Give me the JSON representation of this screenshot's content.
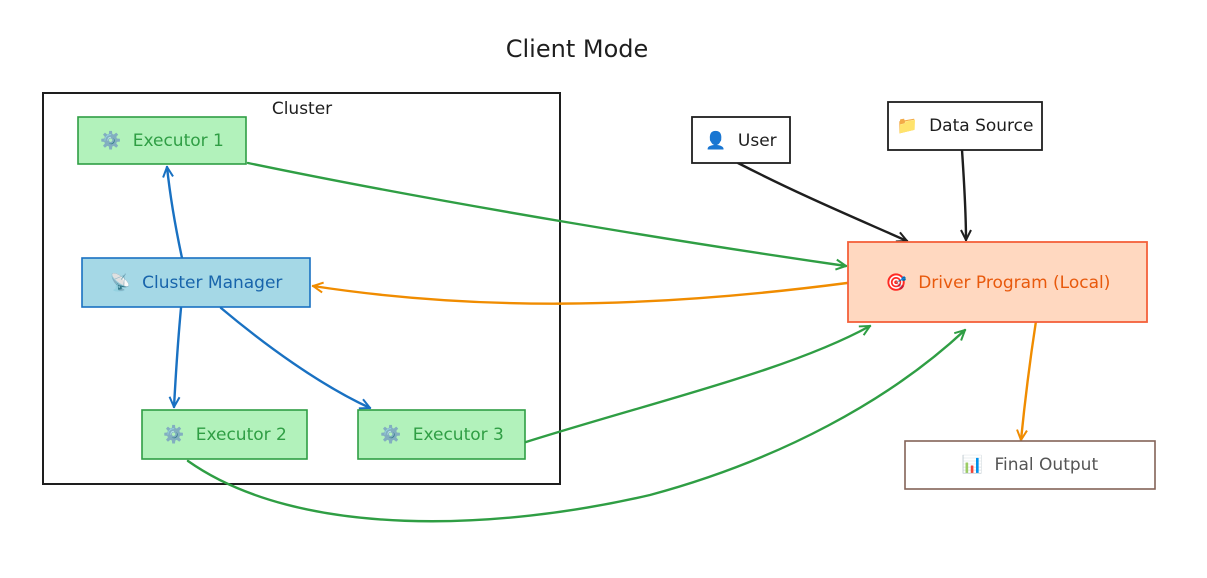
{
  "title": "Client Mode",
  "cluster": {
    "label": "Cluster"
  },
  "nodes": {
    "executor1": {
      "icon": "⚙️",
      "label": "Executor 1"
    },
    "cluster_manager": {
      "icon": "📡",
      "label": "Cluster Manager"
    },
    "executor2": {
      "icon": "⚙️",
      "label": "Executor 2"
    },
    "executor3": {
      "icon": "⚙️",
      "label": "Executor 3"
    },
    "user": {
      "icon": "👤",
      "label": "User"
    },
    "data_source": {
      "icon": "📁",
      "label": "Data Source"
    },
    "driver": {
      "icon": "🎯",
      "label": "Driver Program (Local)"
    },
    "final_output": {
      "icon": "📊",
      "label": "Final Output"
    }
  },
  "colors": {
    "executor_fill": "#b2f2bb",
    "executor_stroke": "#2f9e44",
    "executor_text": "#2f9e44",
    "manager_fill": "#a5d8e6",
    "manager_stroke": "#1971c2",
    "manager_text": "#1864ab",
    "driver_fill": "#ffd8c0",
    "driver_stroke": "#f4603a",
    "driver_text": "#e8590c",
    "output_stroke": "#846358",
    "output_text": "#555555",
    "arrow_green": "#2f9e44",
    "arrow_blue": "#1971c2",
    "arrow_orange": "#f08c00",
    "arrow_black": "#1e1e1e"
  }
}
